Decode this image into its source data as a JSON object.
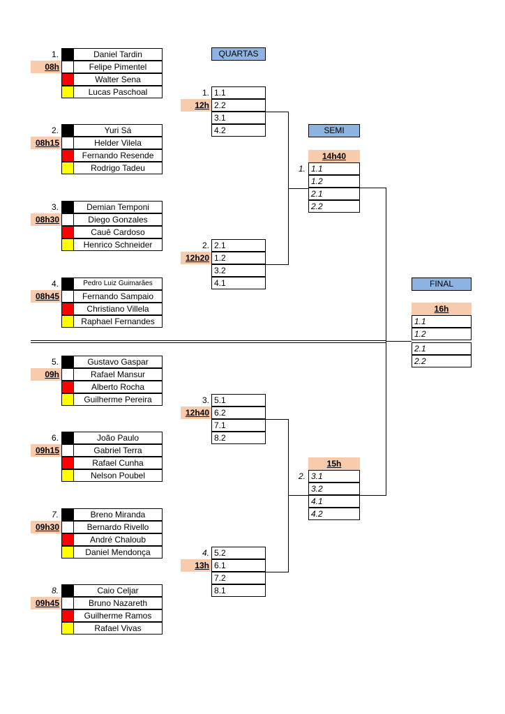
{
  "colors": {
    "black": "#000000",
    "white": "#ffffff",
    "red": "#ff0000",
    "yellow": "#ffff00",
    "time_bg": "#f8cbad",
    "stage_bg": "#8eb4e3"
  },
  "groups": [
    {
      "num": "1.",
      "time": "08h",
      "players": [
        "Daniel Tardin",
        "Felipe Pimentel",
        "Walter Sena",
        "Lucas Paschoal"
      ]
    },
    {
      "num": "2.",
      "time": "08h15",
      "players": [
        "Yuri Sá",
        "Helder Vilela",
        "Fernando Resende",
        "Rodrigo Tadeu"
      ]
    },
    {
      "num": "3.",
      "time": "08h30",
      "players": [
        "Demian Temponi",
        "Diego Gonzales",
        "Cauê Cardoso",
        "Henrico Schneider"
      ]
    },
    {
      "num": "4.",
      "time": "08h45",
      "players": [
        "Pedro Luiz Guimarães",
        "Fernando Sampaio",
        "Christiano Villela",
        "Raphael Fernandes"
      ]
    },
    {
      "num": "5.",
      "time": "09h",
      "players": [
        "Gustavo Gaspar",
        "Rafael Mansur",
        "Alberto Rocha",
        "Guilherme Pereira"
      ]
    },
    {
      "num": "6.",
      "time": "09h15",
      "players": [
        "João Paulo",
        "Gabriel Terra",
        "Rafael Cunha",
        "Nelson Poubel"
      ]
    },
    {
      "num": "7.",
      "time": "09h30",
      "players": [
        "Breno Miranda",
        "Bernardo Rivello",
        "André Chaloub",
        "Daniel Mendonça"
      ]
    },
    {
      "num": "8.",
      "time": "09h45",
      "players": [
        "Caio Celjar",
        "Bruno Nazareth",
        "Guilherme Ramos",
        "Rafael Vivas"
      ]
    }
  ],
  "quartas": {
    "label": "QUARTAS",
    "matches": [
      {
        "num": "1.",
        "time": "12h",
        "slots": [
          "1.1",
          "2.2",
          "3.1",
          "4.2"
        ]
      },
      {
        "num": "2.",
        "time": "12h20",
        "slots": [
          "2.1",
          "1.2",
          "3.2",
          "4.1"
        ]
      },
      {
        "num": "3.",
        "time": "12h40",
        "slots": [
          "5.1",
          "6.2",
          "7.1",
          "8.2"
        ]
      },
      {
        "num": "4.",
        "time": "13h",
        "slots": [
          "5.2",
          "6.1",
          "7.2",
          "8.1"
        ]
      }
    ]
  },
  "semi": {
    "label": "SEMI",
    "matches": [
      {
        "num": "1.",
        "time": "14h40",
        "slots": [
          "1.1",
          "1.2",
          "2.1",
          "2.2"
        ]
      },
      {
        "num": "2.",
        "time": "15h",
        "slots": [
          "3.1",
          "3.2",
          "4.1",
          "4.2"
        ]
      }
    ]
  },
  "final": {
    "label": "FINAL",
    "time": "16h",
    "slots": [
      "1.1",
      "1.2",
      "2.1",
      "2.2"
    ]
  }
}
